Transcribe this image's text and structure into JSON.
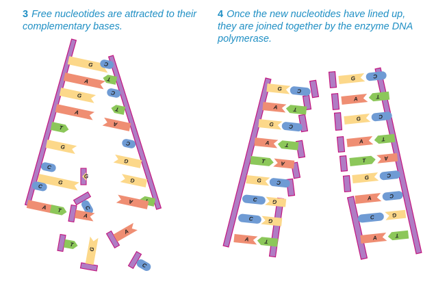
{
  "panel3": {
    "number": "3",
    "caption": "Free nucleotides are attracted to their complementary bases."
  },
  "panel4": {
    "number": "4",
    "caption": "Once the new nucleotides have lined up, they are joined together by the enzyme DNA polymerase."
  },
  "colors": {
    "backbone": "#b07cc4",
    "backbone_stroke": "#c2157e",
    "G": "#fcd88a",
    "A": "#ef8e73",
    "C": "#6f9bd4",
    "T": "#8cc75a"
  }
}
